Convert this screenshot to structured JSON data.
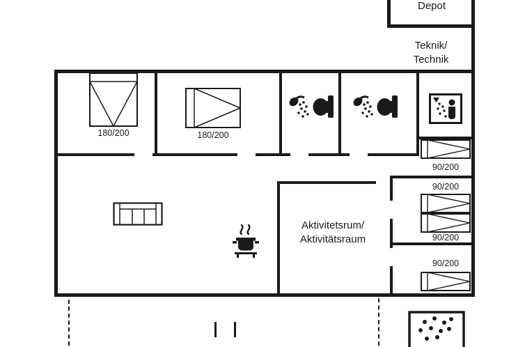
{
  "colors": {
    "ink": "#1a1a1a",
    "paper": "#ffffff"
  },
  "rooms": {
    "depot": {
      "label": "Depot"
    },
    "teknik": {
      "label_line1": "Teknik/",
      "label_line2": "Technik"
    },
    "activity": {
      "label_line1": "Aktivitetsrum/",
      "label_line2": "Aktivitätsraum"
    }
  },
  "beds": {
    "double_1": {
      "size": "180/200"
    },
    "double_2": {
      "size": "180/200"
    },
    "single_1": {
      "size": "90/200"
    },
    "single_2": {
      "size": "90/200"
    },
    "single_3": {
      "size": "90/200"
    },
    "single_4": {
      "size": "90/200"
    }
  },
  "icons": {
    "shower": "shower-icon",
    "toilet": "toilet-icon",
    "shower_cabin": "shower-cabin-icon",
    "sofa": "sofa-icon",
    "stove_pot": "stove-pot-icon",
    "hot_tub": "hot-tub-icon",
    "double_bed": "double-bed-icon",
    "single_bed": "single-bed-icon"
  }
}
